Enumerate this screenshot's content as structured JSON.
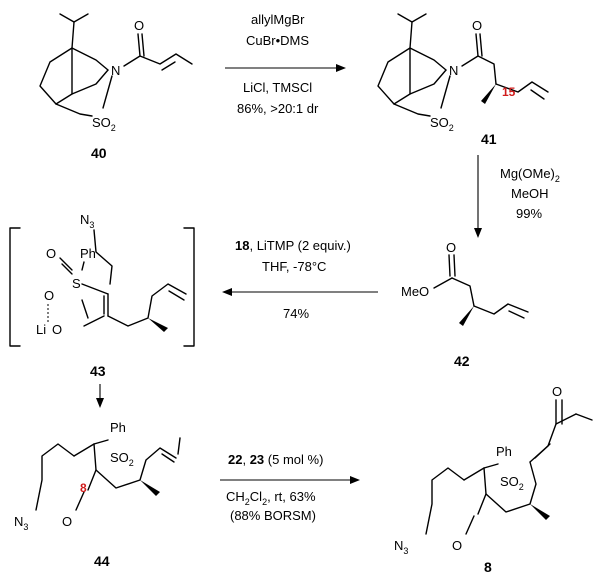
{
  "atoms": {
    "o": "O",
    "n": "N",
    "s": "S",
    "so2_prefix": "SO",
    "two": "2",
    "three": "3",
    "ph": "Ph",
    "meo": "MeO",
    "li": "Li",
    "n_label": "N"
  },
  "steps": {
    "step1": {
      "line1": "allylMgBr",
      "line2": "CuBr•DMS",
      "line3": "LiCl, TMSCl",
      "line4": "86%, >20:1 dr"
    },
    "step2": {
      "line1_prefix": "Mg(OMe)",
      "line1_sub": "2",
      "line2": "MeOH",
      "line3": "99%"
    },
    "step3": {
      "ref": "18",
      "line1_rest": ", LiTMP (2 equiv.)",
      "line2": "THF, -78°C",
      "line3": "74%"
    },
    "step4": {
      "ref1": "22",
      "sep": ", ",
      "ref2": "23",
      "line1_rest": " (5 mol %)",
      "line2_prefix": "CH",
      "line2_sub1": "2",
      "line2_mid": "Cl",
      "line2_sub2": "2",
      "line2_rest": ", rt, 63%",
      "line3": "(88% BORSM)"
    }
  },
  "compounds": {
    "c40": "40",
    "c41": "41",
    "c42": "42",
    "c43": "43",
    "c44": "44",
    "c8": "8"
  },
  "stereocenters": {
    "c15": "15",
    "c8": "8"
  },
  "colors": {
    "ink": "#000000",
    "highlight": "#d01c1c"
  }
}
